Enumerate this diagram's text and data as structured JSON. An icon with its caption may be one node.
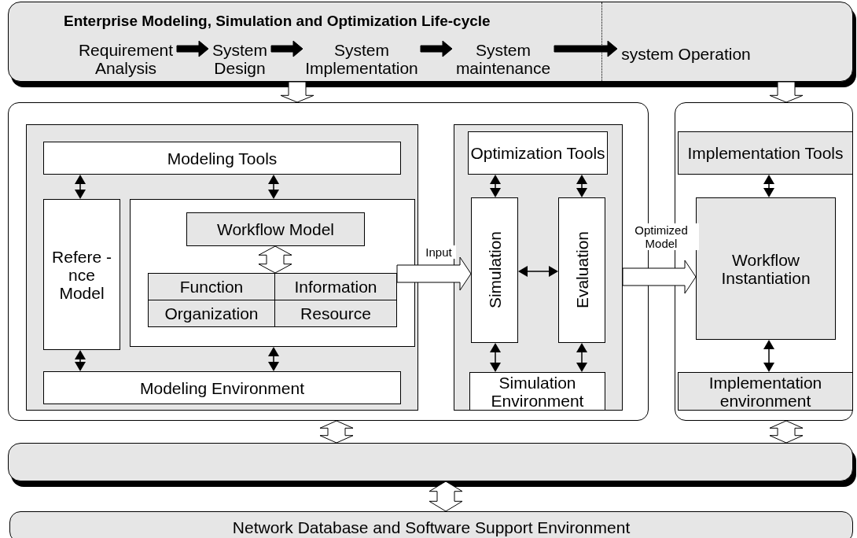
{
  "diagram": {
    "nodes": [
      {
        "text": [
          "Enterprise Modeling, Simulation and Optimization Life-cycle"
        ]
      },
      {
        "text": [
          "Requirement Analysis"
        ],
        "in": 0
      },
      {
        "text": [
          "System Design"
        ],
        "in": 0
      },
      {
        "text": [
          "System Implementation"
        ],
        "in": 0
      },
      {
        "text": [
          "System maintenance"
        ],
        "in": 0
      },
      {
        "text": [
          "system Operation"
        ],
        "in": 0
      },
      {
        "text": [],
        "shape": "box"
      },
      {
        "text": [],
        "shape": "box",
        "in": 6
      },
      {
        "text": [
          "Modeling Tools"
        ],
        "in": 7
      },
      {
        "text": [
          "Refere -nce Model"
        ],
        "in": 7
      },
      {
        "text": [],
        "shape": "box",
        "in": 7
      },
      {
        "text": [
          "Workflow Model"
        ],
        "in": 10
      },
      {
        "text": [],
        "shape": "box",
        "in": 10
      },
      {
        "text": [
          "Function"
        ],
        "in": 12
      },
      {
        "text": [
          "Information"
        ],
        "in": 12
      },
      {
        "text": [
          "Organization"
        ],
        "in": 12
      },
      {
        "text": [
          "Resource"
        ],
        "in": 12
      },
      {
        "text": [
          "Modeling Environment"
        ],
        "in": 7
      },
      {
        "text": [],
        "shape": "box",
        "in": 6
      },
      {
        "text": [
          "Optimization Tools"
        ],
        "in": 18
      },
      {
        "text": [
          "Simulation"
        ],
        "in": 18
      },
      {
        "text": [
          "Evaluation"
        ],
        "in": 18
      },
      {
        "text": [
          "Simulation Environment"
        ],
        "in": 18
      },
      {
        "text": [],
        "shape": "box"
      },
      {
        "text": [
          "Implementation Tools"
        ],
        "in": 23
      },
      {
        "text": [
          "Workflow Instantiation"
        ],
        "in": 23
      },
      {
        "text": [
          "Implementation environment"
        ],
        "in": 23
      },
      {
        "text": [],
        "shape": "bar"
      },
      {
        "text": [
          "Network Database and Software Support Environment"
        ]
      }
    ],
    "edges": [
      {
        "from": 1,
        "to": 2,
        "arrow": "to",
        "style": "thick"
      },
      {
        "from": 2,
        "to": 3,
        "arrow": "to",
        "style": "thick"
      },
      {
        "from": 3,
        "to": 4,
        "arrow": "to",
        "style": "thick"
      },
      {
        "from": 4,
        "to": 5,
        "arrow": "to",
        "style": "thick"
      },
      {
        "from": 0,
        "to": 6,
        "arrow": "to",
        "style": "thick"
      },
      {
        "from": 0,
        "to": 23,
        "arrow": "to",
        "style": "thick"
      },
      {
        "from": 8,
        "to": 9,
        "arrow": "both"
      },
      {
        "from": 8,
        "to": 10,
        "arrow": "both"
      },
      {
        "from": 9,
        "to": 17,
        "arrow": "both"
      },
      {
        "from": 10,
        "to": 17,
        "arrow": "both"
      },
      {
        "from": 11,
        "to": 12,
        "arrow": "both",
        "style": "thick"
      },
      {
        "from": 12,
        "to": 20,
        "arrow": "to",
        "style": "thick",
        "label": "Input"
      },
      {
        "from": 19,
        "to": 20,
        "arrow": "both"
      },
      {
        "from": 19,
        "to": 21,
        "arrow": "both"
      },
      {
        "from": 20,
        "to": 21,
        "arrow": "both"
      },
      {
        "from": 20,
        "to": 22,
        "arrow": "both"
      },
      {
        "from": 21,
        "to": 22,
        "arrow": "both"
      },
      {
        "from": 18,
        "to": 25,
        "arrow": "to",
        "style": "thick",
        "label": "Optimized Model"
      },
      {
        "from": 24,
        "to": 25,
        "arrow": "both"
      },
      {
        "from": 25,
        "to": 26,
        "arrow": "both"
      },
      {
        "from": 6,
        "to": 27,
        "arrow": "both",
        "style": "thick"
      },
      {
        "from": 23,
        "to": 27,
        "arrow": "both",
        "style": "thick"
      },
      {
        "from": 27,
        "to": 28,
        "arrow": "both",
        "style": "thick"
      }
    ]
  }
}
